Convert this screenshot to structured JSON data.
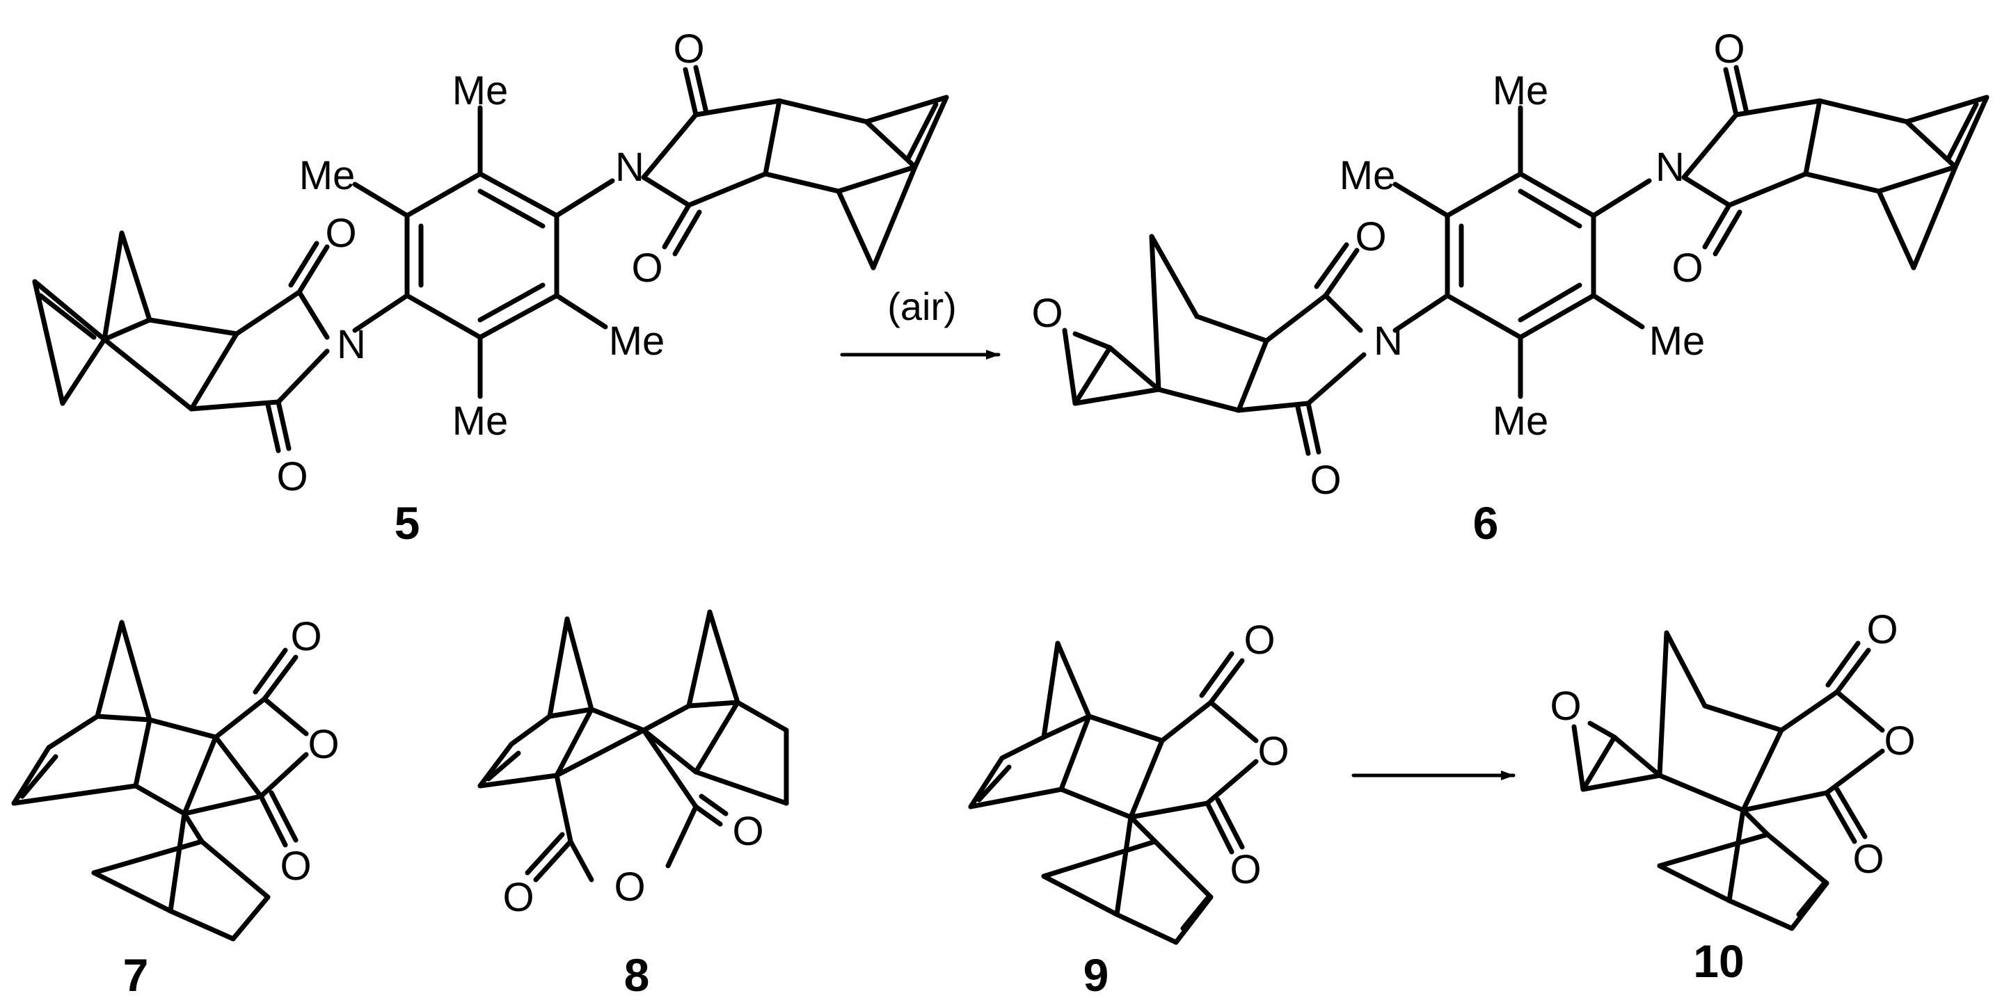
{
  "scheme": {
    "reaction_condition": "(air)",
    "compounds": [
      {
        "id": "5",
        "label": "5",
        "atoms": {
          "me_top": "Me",
          "me_left": "Me",
          "me_right": "Me",
          "me_bottom": "Me",
          "n_left": "N",
          "n_right": "N",
          "o1": "O",
          "o2": "O",
          "o3": "O",
          "o4": "O"
        }
      },
      {
        "id": "6",
        "label": "6",
        "atoms": {
          "me_top": "Me",
          "me_left": "Me",
          "me_right": "Me",
          "me_bottom": "Me",
          "n_left": "N",
          "n_right": "N",
          "o_epoxide": "O",
          "o1": "O",
          "o2": "O",
          "o3": "O",
          "o4": "O"
        }
      },
      {
        "id": "7",
        "label": "7",
        "atoms": {
          "o_top": "O",
          "o_ring": "O",
          "o_bottom": "O"
        }
      },
      {
        "id": "8",
        "label": "8",
        "atoms": {
          "o_left": "O",
          "o_ring": "O",
          "o_right": "O"
        }
      },
      {
        "id": "9",
        "label": "9",
        "atoms": {
          "o_top": "O",
          "o_ring": "O",
          "o_bottom": "O"
        }
      },
      {
        "id": "10",
        "label": "10",
        "atoms": {
          "o_epoxide": "O",
          "o_top": "O",
          "o_ring": "O",
          "o_bottom": "O"
        }
      }
    ]
  }
}
